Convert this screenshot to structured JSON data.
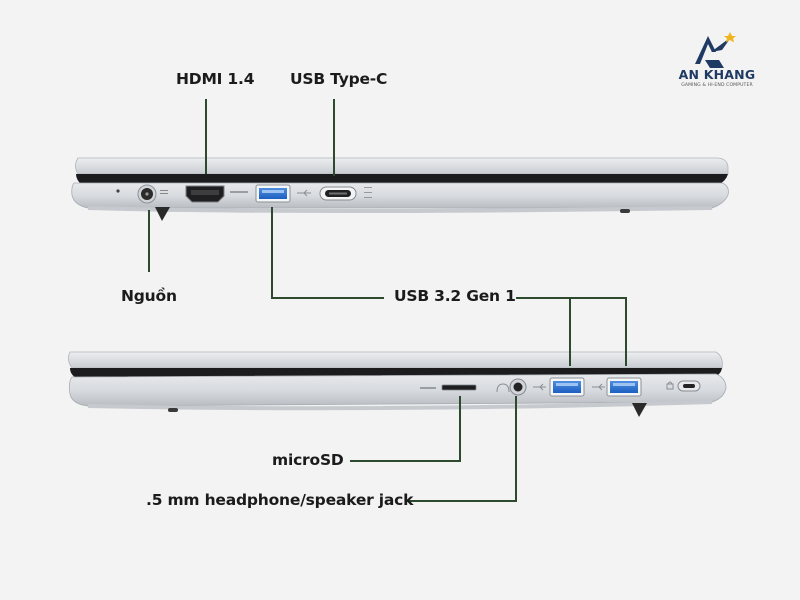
{
  "brand": {
    "name": "AN KHANG",
    "tagline": "GAMING & HI-END COMPUTER",
    "primary_color": "#1f3a63",
    "star_color": "#f0b41c"
  },
  "callout_line_color": "#2d4a2f",
  "laptop_color": "#d9dce0",
  "views": {
    "left_side": {
      "ports": [
        {
          "id": "power",
          "label": "Nguồn",
          "icon": "dc-power-jack-icon"
        },
        {
          "id": "hdmi",
          "label": "HDMI 1.4",
          "icon": "hdmi-port-icon"
        },
        {
          "id": "usb-a-left",
          "label": "USB 3.2 Gen 1",
          "icon": "usb-a-port-icon"
        },
        {
          "id": "usb-c",
          "label": "USB Type-C",
          "icon": "usb-c-port-icon"
        }
      ]
    },
    "right_side": {
      "ports": [
        {
          "id": "microsd",
          "label": "microSD",
          "icon": "microsd-slot-icon"
        },
        {
          "id": "audio-jack",
          "label": ".5 mm headphone/speaker jack",
          "icon": "headphone-jack-icon"
        },
        {
          "id": "usb-a-right-1",
          "label": "USB 3.2 Gen 1",
          "icon": "usb-a-port-icon"
        },
        {
          "id": "usb-a-right-2",
          "label": "USB 3.2 Gen 1",
          "icon": "usb-a-port-icon"
        },
        {
          "id": "lock-slot",
          "icon": "kensington-lock-icon"
        }
      ]
    }
  },
  "labels": {
    "hdmi": "HDMI 1.4",
    "usb_c": "USB Type-C",
    "power": "Nguồn",
    "usb_32": "USB 3.2 Gen 1",
    "microsd": "microSD",
    "audio_jack": ".5 mm headphone/speaker jack"
  }
}
